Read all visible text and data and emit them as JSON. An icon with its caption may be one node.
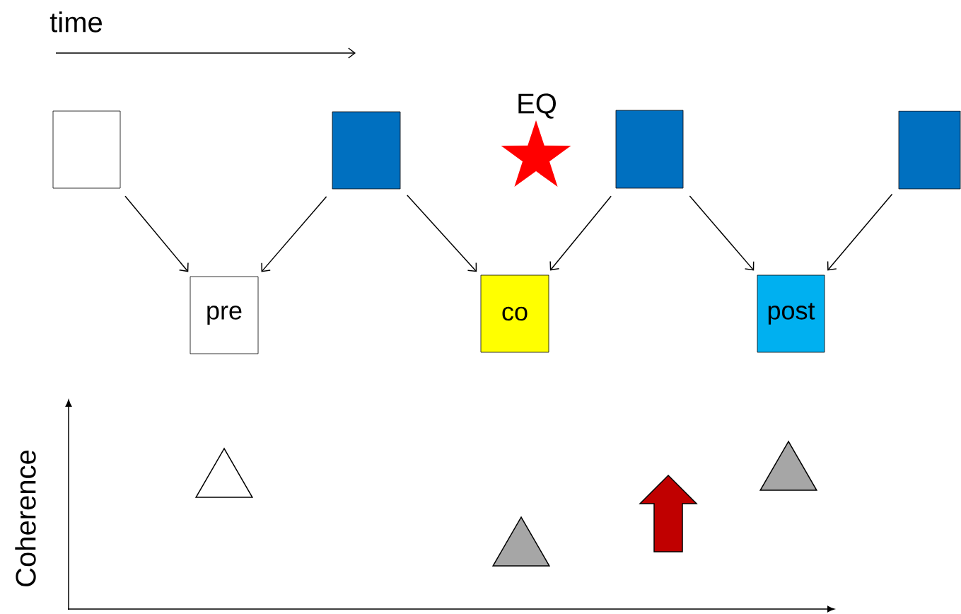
{
  "diagram": {
    "nodes": [
      {
        "text": [],
        "shape": "box"
      },
      {
        "text": [],
        "shape": "box"
      },
      {
        "text": [],
        "shape": "box"
      },
      {
        "text": [],
        "shape": "box"
      },
      {
        "text": [
          "pre"
        ]
      },
      {
        "text": [
          "co"
        ]
      },
      {
        "text": [
          "post"
        ]
      },
      {
        "text": [],
        "shape": "star"
      },
      {
        "text": [],
        "shape": "triangle"
      },
      {
        "text": [],
        "shape": "triangle"
      },
      {
        "text": [],
        "shape": "triangle"
      }
    ],
    "edges": [
      {
        "from": 0,
        "to": 4,
        "arrow": "to"
      },
      {
        "from": 1,
        "to": 4,
        "arrow": "to"
      },
      {
        "from": 1,
        "to": 5,
        "arrow": "to"
      },
      {
        "from": 2,
        "to": 5,
        "arrow": "to"
      },
      {
        "from": 2,
        "to": 6,
        "arrow": "to"
      },
      {
        "from": 3,
        "to": 6,
        "arrow": "to"
      }
    ],
    "labels": [
      "time",
      "EQ",
      "Coherence"
    ]
  }
}
